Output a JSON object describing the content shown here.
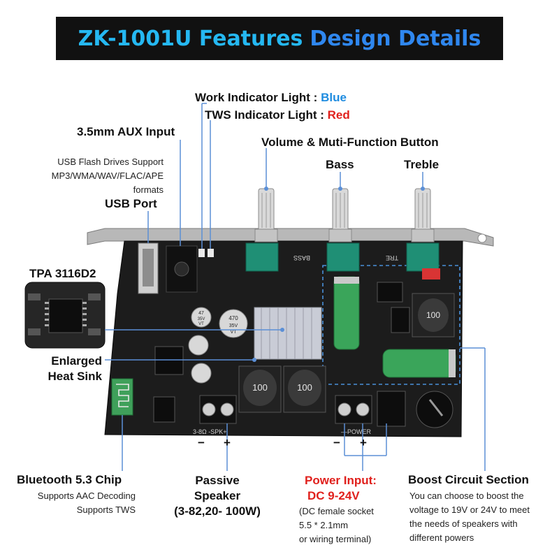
{
  "title": {
    "part1": "ZK-1001U Features",
    "part2": "Design Details"
  },
  "labels": {
    "work_indicator": {
      "text": "Work Indicator Light : ",
      "value": "Blue"
    },
    "tws_indicator": {
      "text": "TWS Indicator Light : ",
      "value": "Red"
    },
    "aux_input": "3.5mm AUX Input",
    "volume_button": "Volume & Muti-Function Button",
    "bass": "Bass",
    "treble": "Treble",
    "usb_desc": [
      "USB Flash Drives Support",
      "MP3/WMA/WAV/FLAC/APE",
      "formats"
    ],
    "usb_port": "USB Port",
    "tpa": "TPA 3116D2",
    "heat_sink": [
      "Enlarged",
      "Heat Sink"
    ],
    "bluetooth_title": "Bluetooth 5.3 Chip",
    "bluetooth_desc": [
      "Supports AAC Decoding",
      "Supports TWS"
    ],
    "speaker_title": [
      "Passive",
      "Speaker"
    ],
    "speaker_spec": "(3-82,20- 100W)",
    "power_title": [
      "Power Input:",
      "DC 9-24V"
    ],
    "power_desc": [
      "(DC female socket",
      "5.5 * 2.1mm",
      "or wiring terminal)"
    ],
    "boost_title": "Boost Circuit Section",
    "boost_desc": [
      "You can choose to boost the",
      "voltage to 19V or 24V to meet",
      "the needs of speakers with",
      "different powers"
    ],
    "spk_minus": "−",
    "spk_plus": "+",
    "pwr_minus": "−",
    "pwr_plus": "+"
  },
  "board_marks": {
    "cap_large": [
      "470",
      "35V",
      "VT"
    ],
    "cap_small": [
      "47",
      "35V",
      "VT"
    ],
    "inductor": "100",
    "bass_silk": "BASS",
    "treble_silk": "TRE",
    "spk_silk": "3-8Ω  -SPK+",
    "power_silk": "—POWER"
  },
  "colors": {
    "title_cyan": "#25b8f2",
    "title_blue": "#2f87ef",
    "accent_blue": "#1f8ce0",
    "accent_red": "#e0201c",
    "board": "#1c1c1c"
  }
}
